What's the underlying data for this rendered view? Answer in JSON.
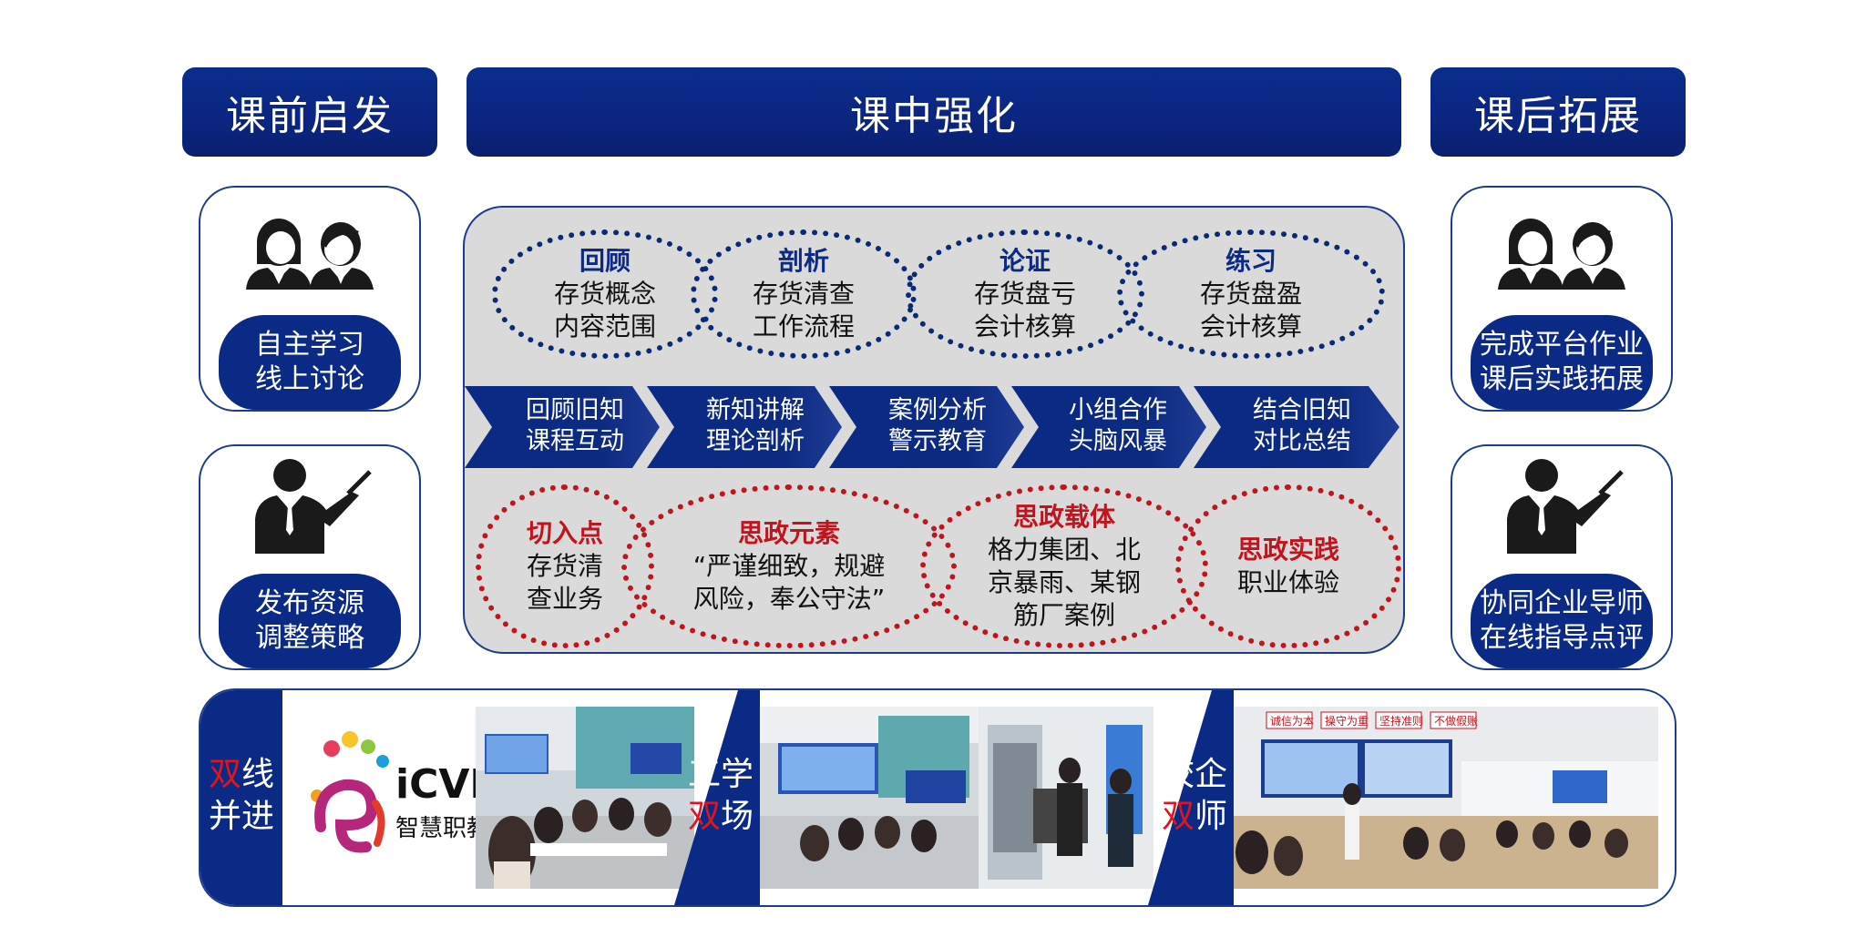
{
  "headers": {
    "pre": "课前启发",
    "in": "课中强化",
    "post": "课后拓展"
  },
  "pre_cards": [
    {
      "icon": "students-icon",
      "line1": "自主学习",
      "line2": "线上讨论"
    },
    {
      "icon": "teacher-icon",
      "line1": "发布资源",
      "line2": "调整策略"
    }
  ],
  "post_cards": [
    {
      "icon": "students-icon",
      "line1": "完成平台作业",
      "line2": "课后实践拓展"
    },
    {
      "icon": "teacher-icon",
      "line1": "协同企业导师",
      "line2": "在线指导点评"
    }
  ],
  "knowledge": [
    {
      "title": "回顾",
      "line1": "存货概念",
      "line2": "内容范围"
    },
    {
      "title": "剖析",
      "line1": "存货清查",
      "line2": "工作流程"
    },
    {
      "title": "论证",
      "line1": "存货盘亏",
      "line2": "会计核算"
    },
    {
      "title": "练习",
      "line1": "存货盘盈",
      "line2": "会计核算"
    }
  ],
  "steps": [
    {
      "line1": "回顾旧知",
      "line2": "课程互动"
    },
    {
      "line1": "新知讲解",
      "line2": "理论剖析"
    },
    {
      "line1": "案例分析",
      "line2": "警示教育"
    },
    {
      "line1": "小组合作",
      "line2": "头脑风暴"
    },
    {
      "line1": "结合旧知",
      "line2": "对比总结"
    }
  ],
  "ideology": [
    {
      "title": "切入点",
      "line1": "存货清",
      "line2": "查业务",
      "line3": ""
    },
    {
      "title": "思政元素",
      "line1": "“严谨细致，规避",
      "line2": "风险，奉公守法”",
      "line3": ""
    },
    {
      "title": "思政载体",
      "line1": "格力集团、北",
      "line2": "京暴雨、某钢",
      "line3": "筋厂案例"
    },
    {
      "title": "思政实践",
      "line1": "职业体验",
      "line2": "",
      "line3": ""
    }
  ],
  "bottom": {
    "tags": [
      {
        "a": "双",
        "b": "线",
        "c": "并进"
      },
      {
        "a": "工学",
        "b": "",
        "c": "双",
        "d": "场"
      },
      {
        "a": "校企",
        "b": "",
        "c": "双",
        "d": "师"
      }
    ],
    "logo_text": "iCVE",
    "logo_sub": "智慧职教",
    "wall_signs": [
      "诚信为本",
      "操守为重",
      "坚持准则",
      "不做假账"
    ]
  },
  "colors": {
    "navy": "#0a2a85",
    "red": "#c0141e",
    "panel": "#dadadb"
  }
}
